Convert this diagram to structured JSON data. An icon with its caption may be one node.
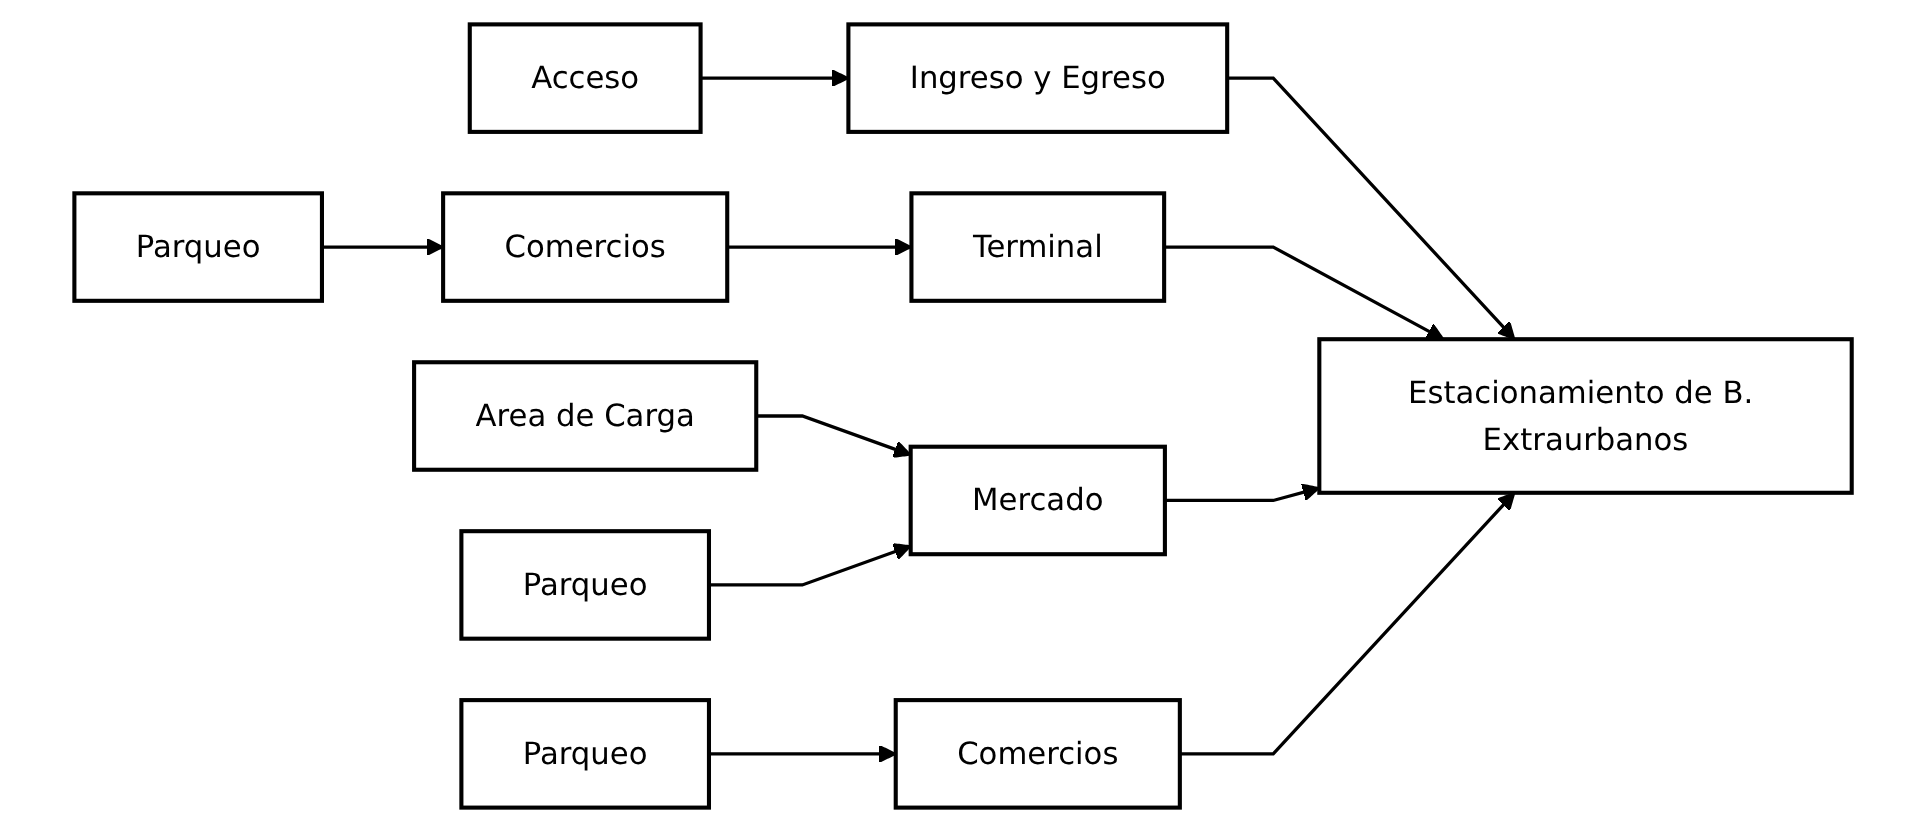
{
  "diagram": {
    "nodes": [
      {
        "text": [
          "Acceso"
        ]
      },
      {
        "text": [
          "Ingreso y Egreso"
        ]
      },
      {
        "text": [
          "Area de Carga"
        ]
      },
      {
        "text": [
          "Parqueo"
        ]
      },
      {
        "text": [
          "Comercios"
        ]
      },
      {
        "text": [
          "Terminal"
        ]
      },
      {
        "text": [
          "Estacionamiento de B. Extraurbanos"
        ]
      },
      {
        "text": [
          "Mercado"
        ]
      },
      {
        "text": [
          "Parqueo"
        ]
      },
      {
        "text": [
          "Comercios"
        ]
      },
      {
        "text": [
          "Parqueo"
        ]
      }
    ],
    "edges": [
      {
        "from": 0,
        "to": 1,
        "arrow": "to"
      },
      {
        "from": 1,
        "to": 6,
        "arrow": "to"
      },
      {
        "from": 2,
        "to": 7,
        "arrow": "to"
      },
      {
        "from": 3,
        "to": 4,
        "arrow": "to"
      },
      {
        "from": 4,
        "to": 5,
        "arrow": "to"
      },
      {
        "from": 5,
        "to": 6,
        "arrow": "to"
      },
      {
        "from": 7,
        "to": 6,
        "arrow": "to"
      },
      {
        "from": 8,
        "to": 7,
        "arrow": "to"
      },
      {
        "from": 10,
        "to": 9,
        "arrow": "to"
      },
      {
        "from": 9,
        "to": 6,
        "arrow": "to"
      }
    ]
  }
}
